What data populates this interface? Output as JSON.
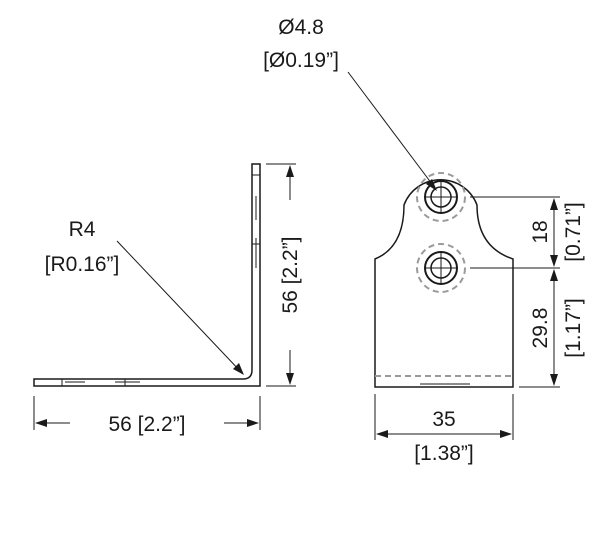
{
  "side_view": {
    "radius_label": "R4",
    "radius_label_in": "[R0.16”]",
    "width_label": "56 [2.2”]",
    "height_label": "56 [2.2”]"
  },
  "front_view": {
    "hole_label": "Ø4.8",
    "hole_label_in": "[Ø0.19”]",
    "hole_spacing_label": "18",
    "hole_spacing_label_in": "[0.71”]",
    "lower_hole_label": "29.8",
    "lower_hole_label_in": "[1.17”]",
    "width_label": "35",
    "width_label_in": "[1.38”]"
  },
  "colors": {
    "line": "#1a1a1a",
    "hidden_line": "#9a9a9a"
  }
}
